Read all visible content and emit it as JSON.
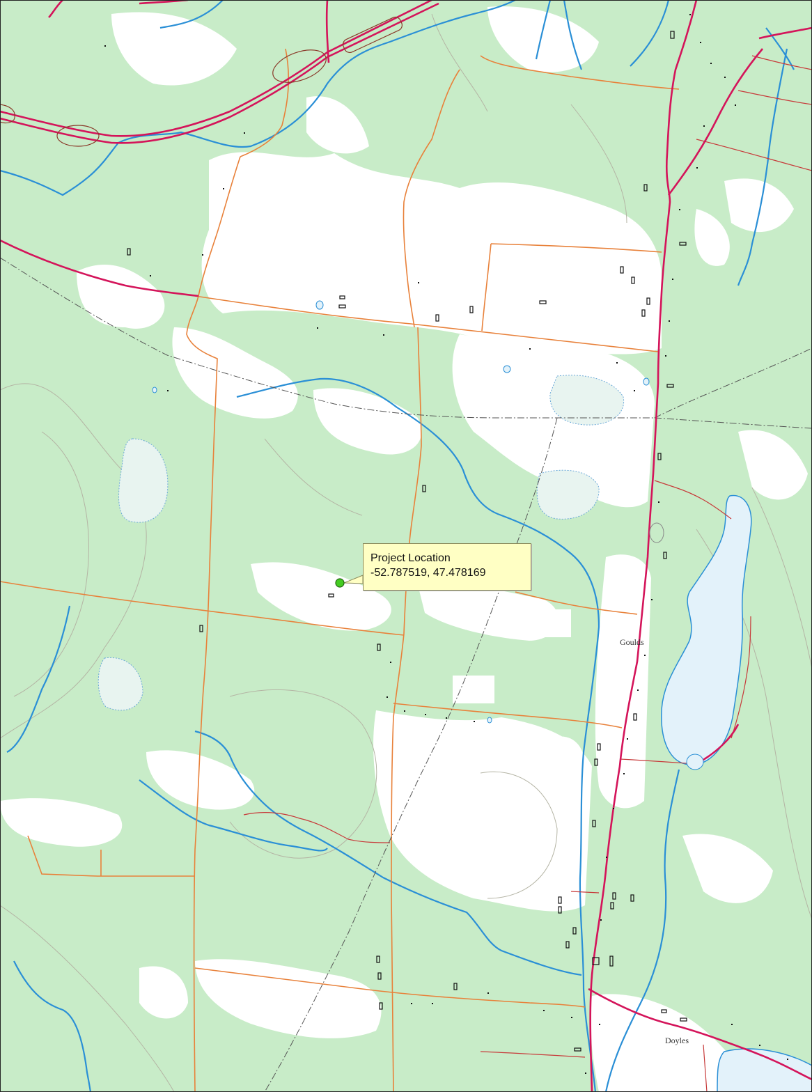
{
  "callout": {
    "title": "Project Location",
    "coords": "-52.787519, 47.478169"
  },
  "places": {
    "goulds": "Goulds",
    "doyles": "Doyles"
  },
  "colors": {
    "forest": "#c8ecc8",
    "clearing": "#ffffff",
    "water": "#2a8fd6",
    "lake": "#e3f2fa",
    "highway": "#d4145a",
    "local_road": "#e8813a",
    "trail": "#c73a3a",
    "contour": "#b4b4a4",
    "marker": "#44cc22"
  },
  "marker": {
    "name": "project-location-marker",
    "icon": "green-circle-icon"
  }
}
